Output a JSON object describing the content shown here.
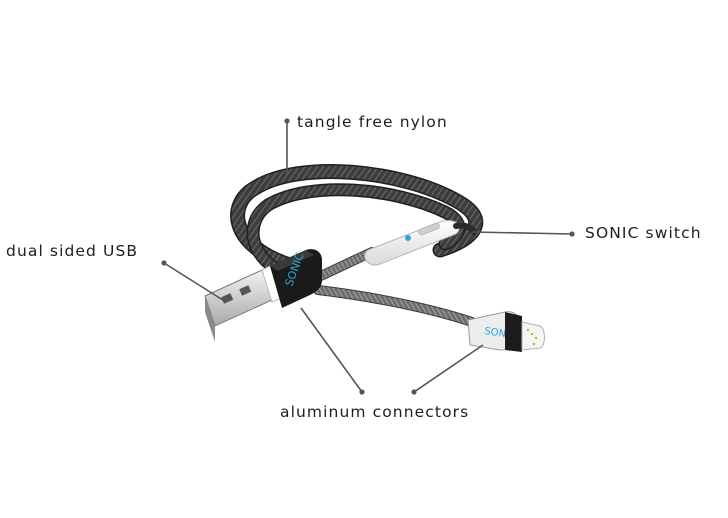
{
  "callouts": {
    "nylon": "tangle free nylon",
    "sonic_switch": "SONIC switch",
    "usb": "dual sided USB",
    "aluminum": "aluminum connectors"
  },
  "brand_marks": {
    "usb_head": "SONIC",
    "lightning_head": "SONIC"
  },
  "colors": {
    "background": "#ffffff",
    "cable_braid": "#3a3a3a",
    "connector_housing": "#1a1a1a",
    "switch_body": "#f5f5f5",
    "accent": "#2aa7d6",
    "callout_line": "#555555"
  }
}
